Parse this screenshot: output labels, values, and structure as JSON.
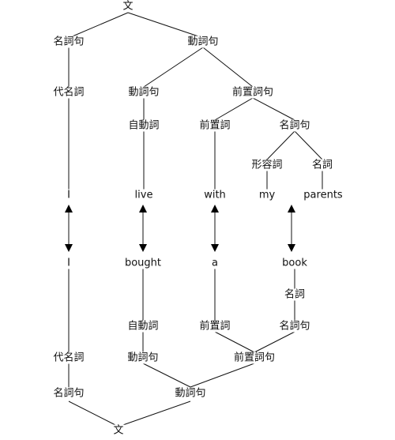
{
  "top_tree": {
    "root": "文",
    "np": "名詞句",
    "vp": "動詞句",
    "pron": "代名詞",
    "vp_inner": "動詞句",
    "pp": "前置詞句",
    "vi": "自動詞",
    "prep": "前置詞",
    "np2": "名詞句",
    "adj": "形容詞",
    "noun": "名詞",
    "words": [
      "I",
      "live",
      "with",
      "my",
      "parents"
    ]
  },
  "bottom_tree": {
    "words": [
      "I",
      "bought",
      "a",
      "book"
    ],
    "noun": "名詞",
    "vi": "自動詞",
    "prep": "前置詞",
    "np2": "名詞句",
    "pron": "代名詞",
    "vp_inner": "動詞句",
    "pp": "前置詞句",
    "np": "名詞句",
    "vp": "動詞句",
    "root": "文"
  },
  "arrow_count": 4
}
